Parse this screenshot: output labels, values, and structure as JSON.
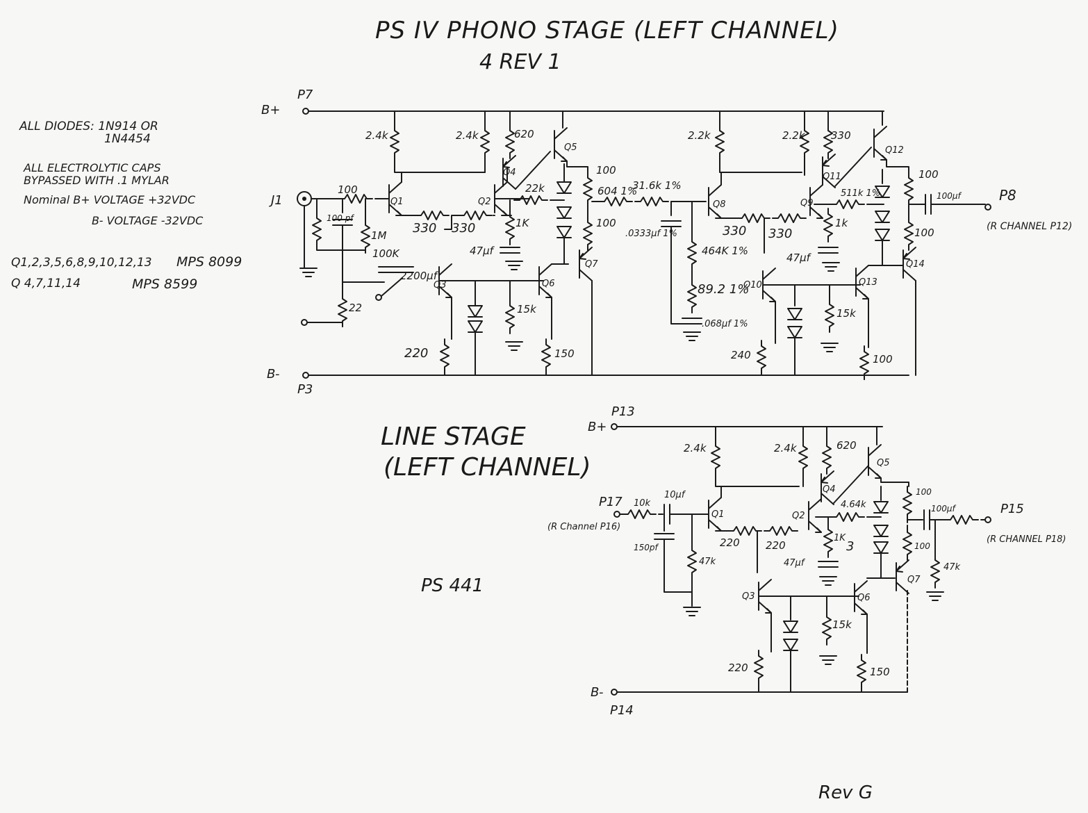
{
  "title": {
    "main": "PS IV PHONO STAGE (LEFT CHANNEL)",
    "rev": "4 REV 1"
  },
  "notes": {
    "diodes_line1": "ALL DIODES: 1N914 OR",
    "diodes_line2": "1N4454",
    "caps_line1": "ALL ELECTROLYTIC CAPS",
    "caps_line2": "BYPASSED WITH .1 MYLAR",
    "bplus_line": "Nominal B+ VOLTAGE +32VDC",
    "bminus_line": "B- VOLTAGE -32VDC",
    "npn_list": "Q1,2,3,5,6,8,9,10,12,13",
    "npn_part": "MPS 8099",
    "pnp_list": "Q 4,7,11,14",
    "pnp_part": "MPS 8599"
  },
  "phono": {
    "bplus": "B+",
    "p7": "P7",
    "bminus": "B-",
    "p3": "P3",
    "j1": "J1",
    "p8": "P8",
    "p8_note": "(R CHANNEL P12)",
    "labels": {
      "r_24k_a": "2.4k",
      "r_24k_b": "2.4k",
      "r_620": "620",
      "r_100_in": "100",
      "r_100pf": "100 pf",
      "r_1m": "1M",
      "r_100k": "100K",
      "r_2200": "2200µf",
      "r_22": "22",
      "r_330_a": "330",
      "r_330_b": "330",
      "r_22k": "22k",
      "r_1k": "1K",
      "c_47": "47µf",
      "r_15k": "15k",
      "r_150": "150",
      "r_220": "220",
      "r_100_q5": "100",
      "r_100_q7": "100",
      "r_604": "604 1%",
      "r_316": "31.6k 1%",
      "c_0333": ".0333µf 1%",
      "r_464": "464K 1%",
      "r_892": "89.2 1%",
      "c_068": ".068µf 1%",
      "r_22k_b": "2.2k",
      "r_22k_c": "2.2k",
      "r_330_c": "330",
      "r_330_d": "330",
      "r_330_e": "330",
      "r_511": "511k 1%",
      "r_1k_b": "1k",
      "c_47b": "47µf",
      "r_15k_b": "15k",
      "r_240": "240",
      "r_100_out": "100",
      "r_100_out2": "100",
      "c_100uf": "100µf",
      "r_100_q13": "100"
    },
    "q": {
      "q1": "Q1",
      "q2": "Q2",
      "q3": "Q3",
      "q4": "Q4",
      "q5": "Q5",
      "q6": "Q6",
      "q7": "Q7",
      "q8": "Q8",
      "q9": "Q9",
      "q10": "Q10",
      "q11": "Q11",
      "q12": "Q12",
      "q13": "Q13",
      "q14": "Q14"
    }
  },
  "line": {
    "title1": "LINE STAGE",
    "title2": "(LEFT CHANNEL)",
    "model": "PS 441",
    "bplus": "B+",
    "p13": "P13",
    "bminus": "B-",
    "p14": "P14",
    "p17": "P17",
    "p17_note": "(R Channel P16)",
    "p15": "P15",
    "p15_note": "(R CHANNEL P18)",
    "labels": {
      "r_10k": "10k",
      "c_10uf": "10µf",
      "c_150pf": "150pf",
      "r_47k": "47k",
      "r_24k_a": "2.4k",
      "r_24k_b": "2.4k",
      "r_620": "620",
      "r_220_a": "220",
      "r_220_b": "220",
      "r_464k": "4.64k",
      "r_1k": "1K",
      "r_3": "3",
      "c_47": "47µf",
      "r_15k": "15k",
      "r_220_c": "220",
      "r_150": "150",
      "r_100_a": "100",
      "r_100_b": "100",
      "c_100uf": "100µf",
      "r_47k_b": "47k"
    },
    "q": {
      "q1": "Q1",
      "q2": "Q2",
      "q3": "Q3",
      "q4": "Q4",
      "q5": "Q5",
      "q6": "Q6",
      "q7": "Q7"
    }
  },
  "footer": {
    "rev": "Rev G"
  }
}
